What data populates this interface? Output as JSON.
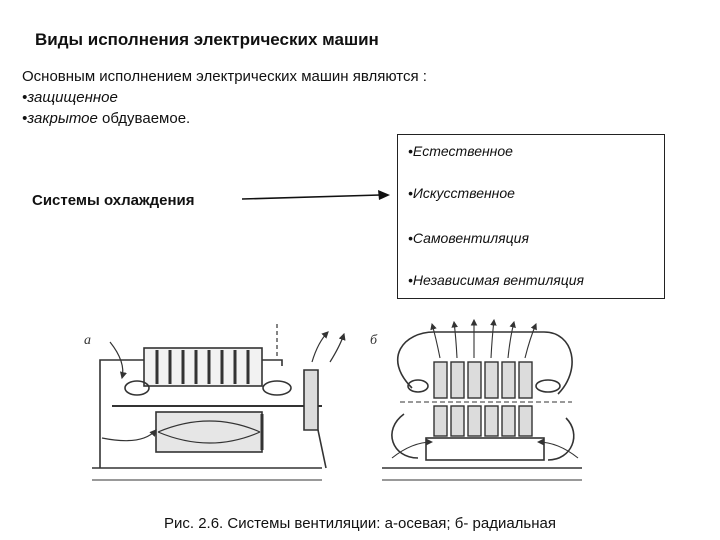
{
  "title": "Виды исполнения электрических машин",
  "intro": {
    "lead": "Основным исполнением электрических машин являются :",
    "item1": "•защищенное",
    "item2_italic": "•закрытое",
    "item2_rest": " обдуваемое."
  },
  "cooling": {
    "label": "Системы охлаждения",
    "items": [
      "•Естественное",
      "•Искусственное",
      "•Самовентиляция",
      "•Независимая вентиляция"
    ]
  },
  "figure": {
    "label_a": "а",
    "label_b": "б",
    "caption": "Рис. 2.6. Системы вентиляции: а-осевая; б- радиальная"
  }
}
